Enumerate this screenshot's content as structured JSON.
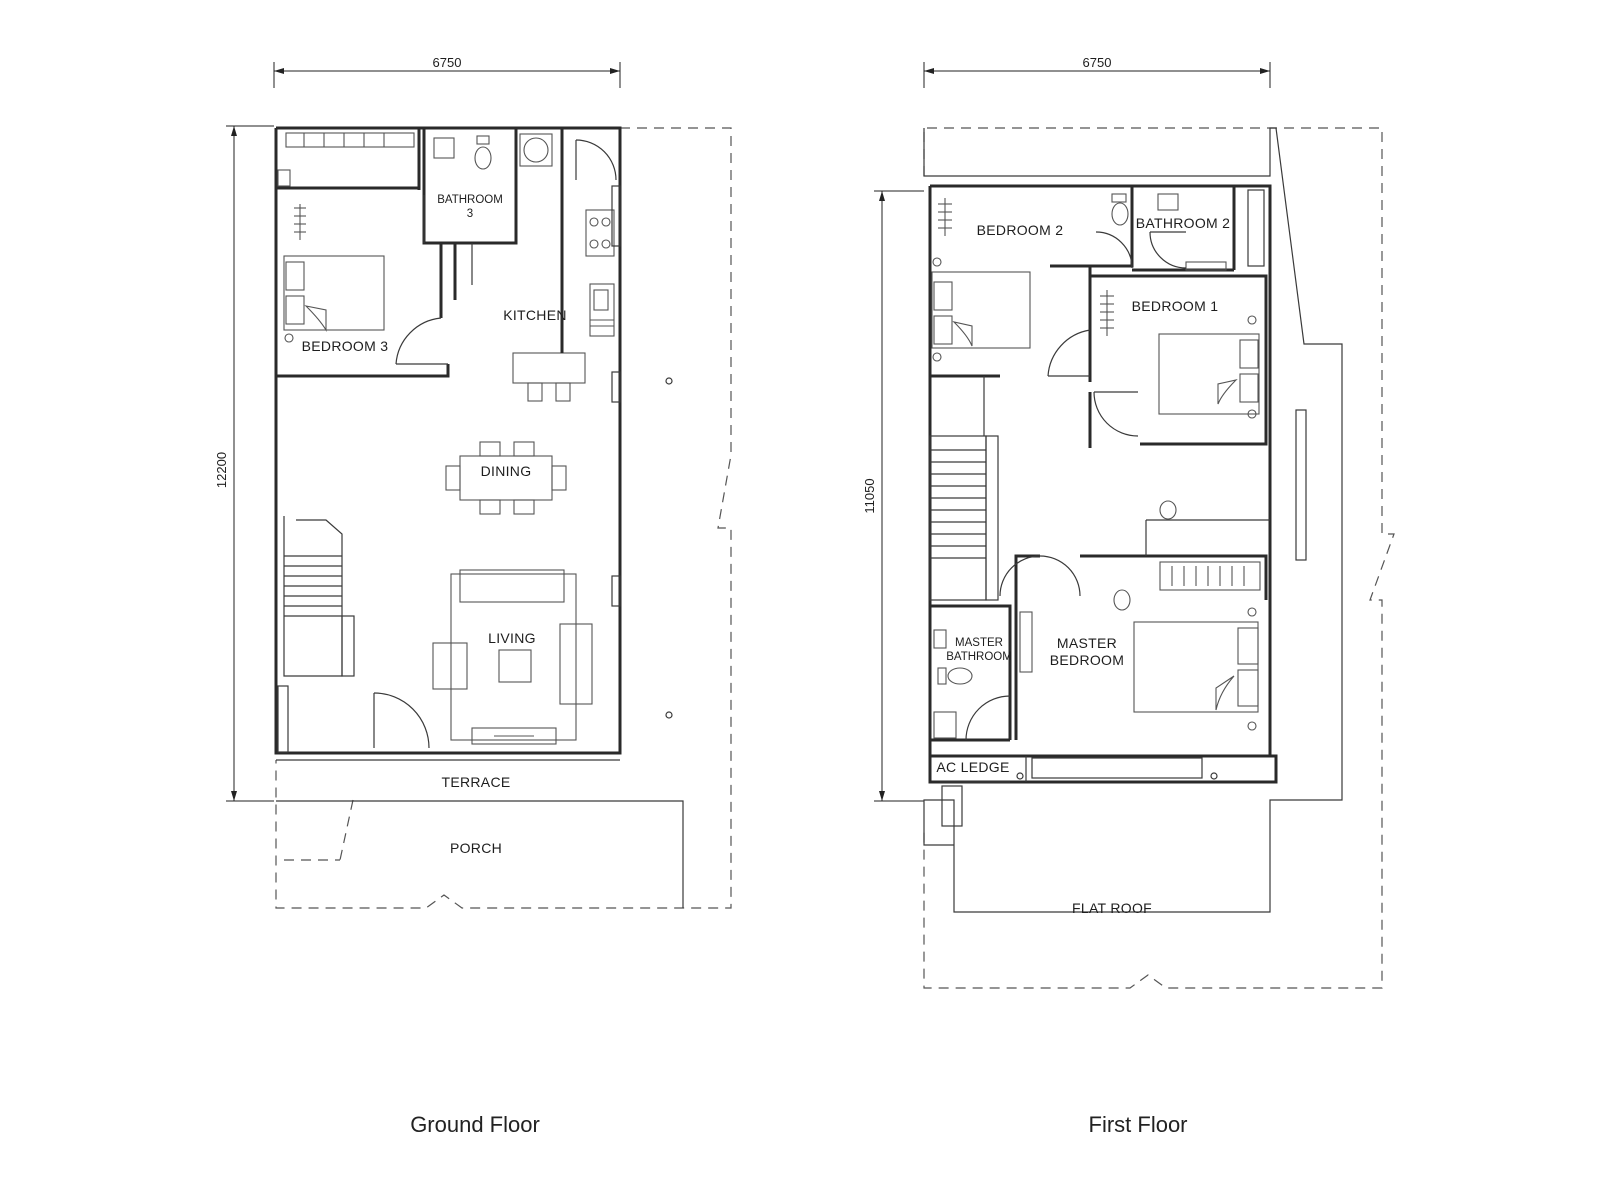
{
  "floors": {
    "ground": {
      "caption": "Ground Floor",
      "width_dim": "6750",
      "depth_dim": "12200",
      "rooms": {
        "bathroom": "BATHROOM",
        "bathroom_no": "3",
        "bedroom": "BEDROOM 3",
        "kitchen": "KITCHEN",
        "dining": "DINING",
        "living": "LIVING",
        "terrace": "TERRACE",
        "porch": "PORCH"
      }
    },
    "first": {
      "caption": "First Floor",
      "width_dim": "6750",
      "depth_dim": "11050",
      "rooms": {
        "bedroom2": "BEDROOM 2",
        "bathroom2": "BATHROOM 2",
        "bedroom1": "BEDROOM 1",
        "master_bathroom_1": "MASTER",
        "master_bathroom_2": "BATHROOM",
        "master_bedroom_1": "MASTER",
        "master_bedroom_2": "BEDROOM",
        "ac_ledge": "AC LEDGE",
        "flat_roof": "FLAT ROOF"
      }
    }
  }
}
